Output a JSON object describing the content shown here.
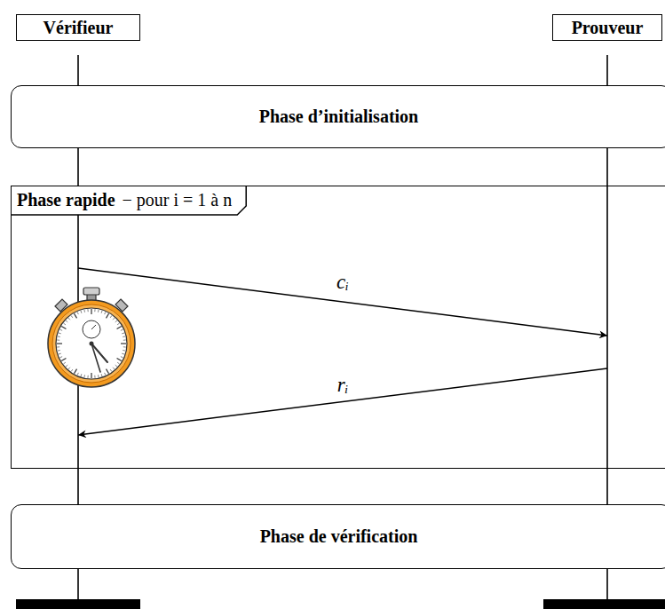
{
  "diagram": {
    "nodes": [
      {
        "text": [
          "Vérifieur"
        ]
      },
      {
        "text": [
          "Prouveur"
        ]
      },
      {
        "text": [
          "Phase d’initialisation"
        ]
      },
      {
        "text": [
          "Phase rapide",
          "− pour i = 1 à n"
        ]
      },
      {
        "text": [
          "Phase de vérification"
        ]
      }
    ],
    "edges": [
      {
        "from": 0,
        "to": 1,
        "arrow": "to",
        "label": "cᵢ"
      },
      {
        "from": 1,
        "to": 0,
        "arrow": "to",
        "label": "rᵢ"
      }
    ]
  }
}
